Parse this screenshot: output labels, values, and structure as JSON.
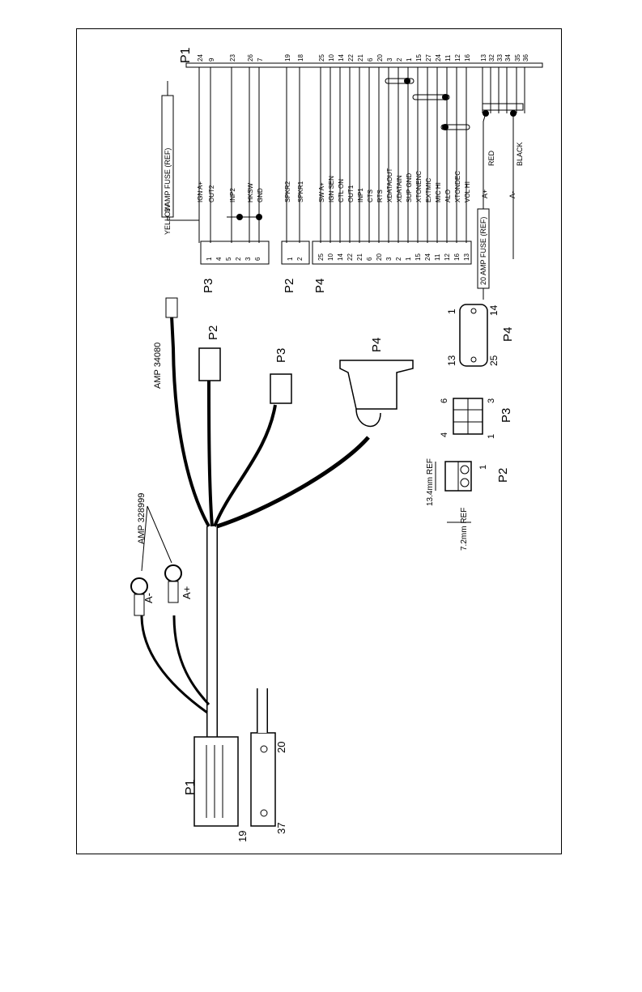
{
  "p1": {
    "label": "P1",
    "pins": [
      "24",
      "9",
      "23",
      "26",
      "7",
      "19",
      "18",
      "25",
      "10",
      "14",
      "22",
      "21",
      "6",
      "20",
      "3",
      "2",
      "1",
      "15",
      "27",
      "24",
      "11",
      "12",
      "16",
      "13",
      "32",
      "33",
      "34",
      "35",
      "36",
      "37"
    ]
  },
  "signals": [
    "IGN A+",
    "OUT2",
    "INP2",
    "HKSW",
    "GND",
    "SPKR2",
    "SPKR1",
    "SW A+",
    "IGN SEN",
    "CTL ON",
    "OUT1",
    "INP1",
    "CTS",
    "RTS",
    "XDATAOUT",
    "XDATAIN",
    "SUP GND",
    "XTONENC",
    "EXTMIC",
    "MIC HI",
    "ALO",
    "XTONDEC",
    "VOL HI"
  ],
  "p3": {
    "label": "P3",
    "pins": [
      "1",
      "4",
      "5",
      "2",
      "3",
      "6"
    ]
  },
  "p2": {
    "label": "P2",
    "pins": [
      "1",
      "2"
    ]
  },
  "p4": {
    "label": "P4",
    "pins": [
      "25",
      "10",
      "14",
      "22",
      "21",
      "6",
      "20",
      "3",
      "2",
      "1",
      "15",
      "24",
      "11",
      "12",
      "16",
      "13"
    ]
  },
  "power": {
    "fuse3": "3 AMP FUSE (REF)",
    "yellow": "YELLOW",
    "fuse20": "20 AMP FUSE (REF)",
    "a_plus": "A+",
    "a_minus": "A-",
    "red": "RED",
    "black": "BLACK"
  },
  "harness": {
    "amp_ring": "AMP 328999",
    "amp_spade": "AMP 34080",
    "ring_minus": "A-",
    "ring_plus": "A+",
    "plug_p2": "P2",
    "plug_p3": "P3",
    "plug_p4": "P4",
    "p1_body": "P1",
    "p1_pin_19": "19",
    "p1_pin_20": "20",
    "p1_pin_37": "37"
  },
  "details": {
    "p4_1": "1",
    "p4_13": "13",
    "p4_14": "14",
    "p4_25": "25",
    "p4_label": "P4",
    "p3_6": "6",
    "p3_3": "3",
    "p3_4": "4",
    "p3_1": "1",
    "p3_label": "P3",
    "p2_1": "1",
    "p2_label": "P2",
    "dim_134": "13.4mm REF",
    "dim_72": "7.2mm REF"
  }
}
